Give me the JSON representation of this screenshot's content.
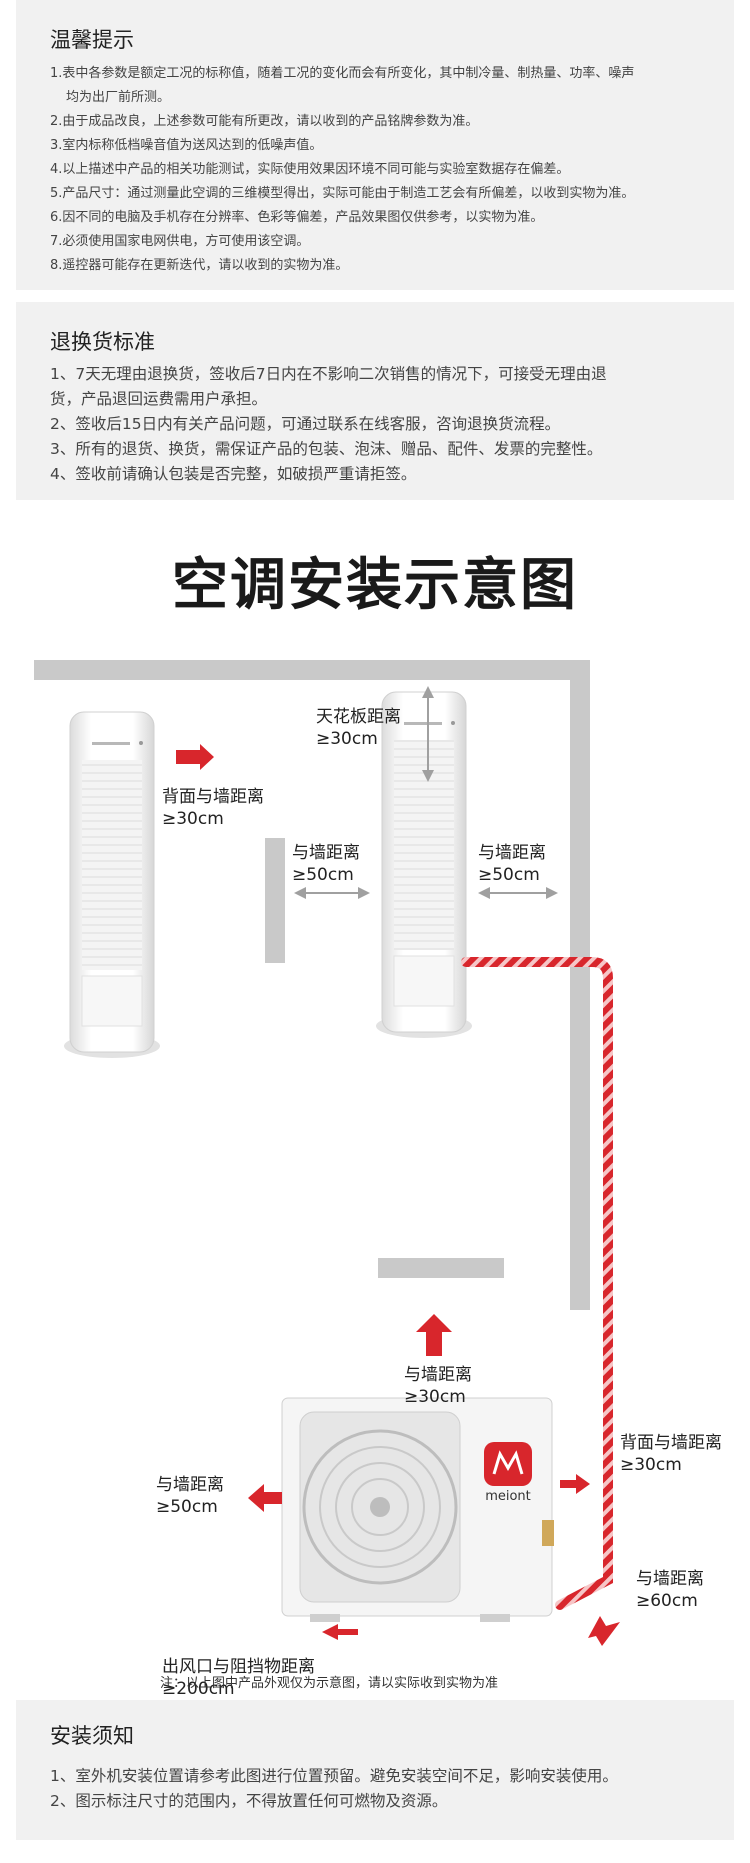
{
  "tips": {
    "title": "温馨提示",
    "items": [
      "1.表中各参数是额定工况的标称值，随着工况的变化而会有所变化，其中制冷量、制热量、功率、噪声",
      "均为出厂前所测。",
      "2.由于成品改良，上述参数可能有所更改，请以收到的产品铭牌参数为准。",
      "3.室内标称低档噪音值为送风达到的低噪声值。",
      "4.以上描述中产品的相关功能测试，实际使用效果因环境不同可能与实验室数据存在偏差。",
      "5.产品尺寸：通过测量此空调的三维模型得出，实际可能由于制造工艺会有所偏差，以收到实物为准。",
      "6.因不同的电脑及手机存在分辨率、色彩等偏差，产品效果图仅供参考，以实物为准。",
      "7.必须使用国家电网供电，方可使用该空调。",
      "8.遥控器可能存在更新迭代，请以收到的实物为准。"
    ]
  },
  "returns": {
    "title": "退换货标准",
    "items": [
      "1、7天无理由退换货，签收后7日内在不影响二次销售的情况下，可接受无理由退",
      "货，产品退回运费需用户承担。",
      "2、签收后15日内有关产品问题，可通过联系在线客服，咨询退换货流程。",
      "3、所有的退货、换货，需保证产品的包装、泡沫、赠品、配件、发票的完整性。",
      "4、签收前请确认包装是否完整，如破损严重请拒签。"
    ]
  },
  "diagram": {
    "title": "空调安装示意图",
    "labels": {
      "ceiling_title": "天花板距离",
      "ceiling_value": "≥30cm",
      "back_title": "背面与墙距离",
      "back_value": "≥30cm",
      "side_left_title": "与墙距离",
      "side_left_value": "≥50cm",
      "side_right_title": "与墙距离",
      "side_right_value": "≥50cm",
      "outdoor_top_title": "与墙距离",
      "outdoor_top_value": "≥30cm",
      "outdoor_left_title": "与墙距离",
      "outdoor_left_value": "≥50cm",
      "outdoor_back_title": "背面与墙距离",
      "outdoor_back_value": "≥30cm",
      "outdoor_right_title": "与墙距离",
      "outdoor_right_value": "≥60cm",
      "outlet_title": "出风口与阻挡物距离",
      "outlet_value": "≥200cm"
    },
    "brand": "meiont",
    "note": "注：以上图中产品外观仅为示意图，请以实际收到实物为准",
    "colors": {
      "wall": "#c9c9c9",
      "red": "#d8262c",
      "arrow_gray": "#a0a0a0"
    }
  },
  "install": {
    "title": "安装须知",
    "items": [
      "1、室外机安装位置请参考此图进行位置预留。避免安装空间不足，影响安装使用。",
      "2、图示标注尺寸的范围内，不得放置任何可燃物及资源。"
    ]
  }
}
